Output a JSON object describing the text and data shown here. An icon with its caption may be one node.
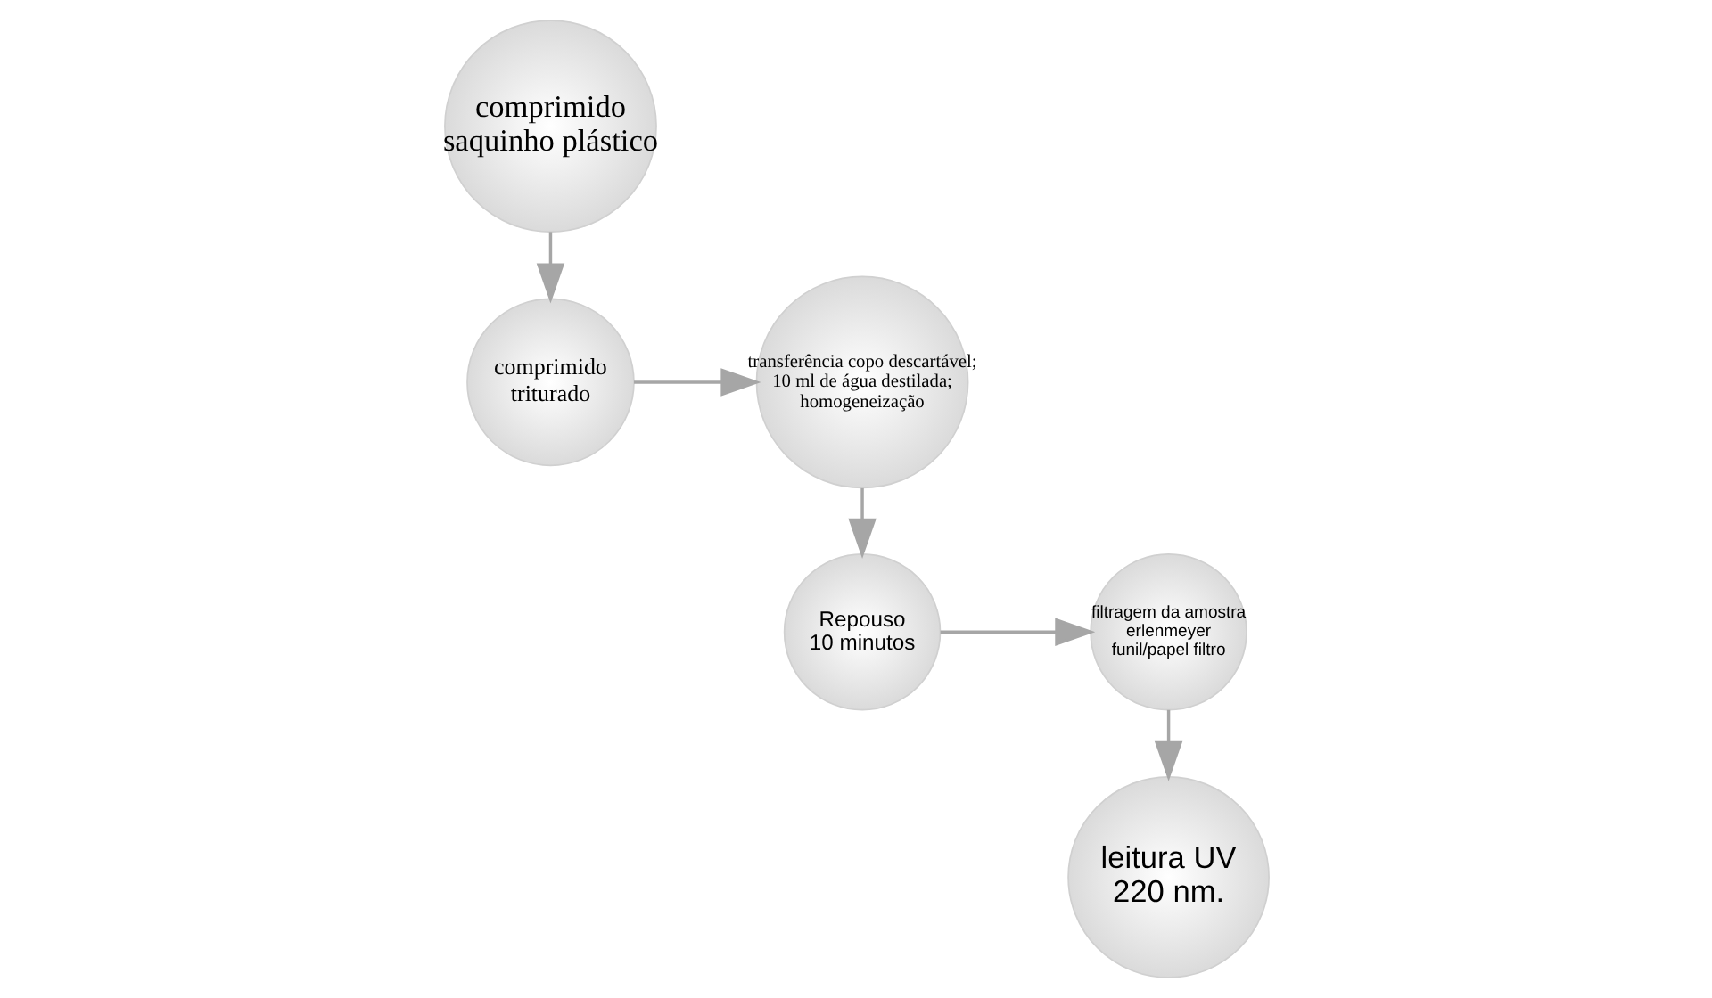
{
  "diagram": {
    "nodes": [
      {
        "text": [
          "comprimido",
          "saquinho plástico"
        ]
      },
      {
        "text": [
          "comprimido",
          "triturado"
        ]
      },
      {
        "text": [
          "transferência copo descartável;",
          "10 ml de água destilada;",
          "homogeneização"
        ]
      },
      {
        "text": [
          "Repouso",
          "10 minutos"
        ]
      },
      {
        "text": [
          "filtragem da amostra",
          "erlenmeyer",
          "funil/papel filtro"
        ]
      },
      {
        "text": [
          "leitura UV",
          "220 nm."
        ]
      }
    ],
    "edges": [
      {
        "from": 0,
        "to": 1,
        "arrow": "to"
      },
      {
        "from": 1,
        "to": 2,
        "arrow": "to"
      },
      {
        "from": 2,
        "to": 3,
        "arrow": "to"
      },
      {
        "from": 3,
        "to": 4,
        "arrow": "to"
      },
      {
        "from": 4,
        "to": 5,
        "arrow": "to"
      }
    ]
  }
}
